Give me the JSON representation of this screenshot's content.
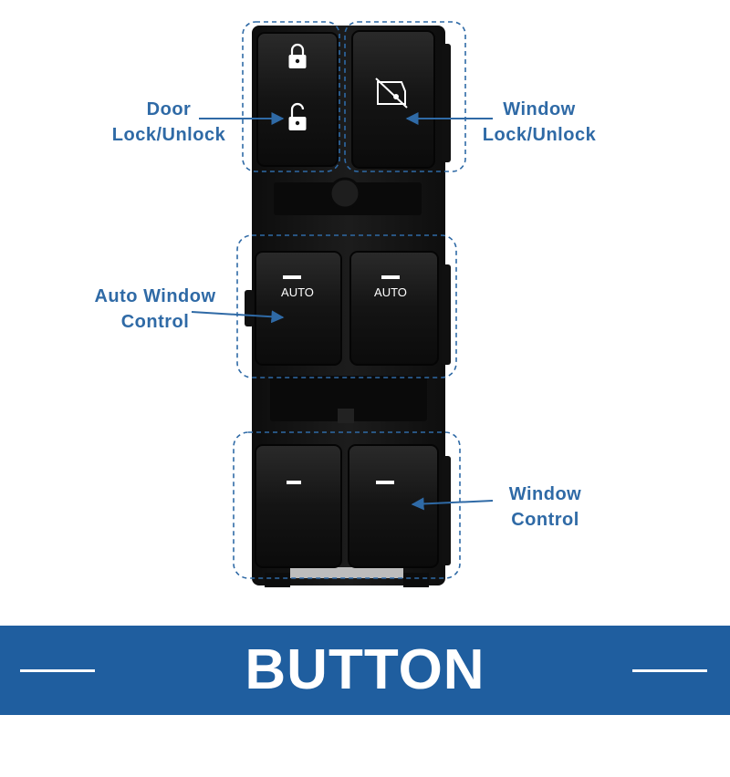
{
  "labels": {
    "door": [
      "Door",
      "Lock/Unlock"
    ],
    "window_lock": [
      "Window",
      "Lock/Unlock"
    ],
    "auto_window": [
      "Auto Window",
      "Control"
    ],
    "window_control": [
      "Window",
      "Control"
    ]
  },
  "buttons": {
    "auto_left": "AUTO",
    "auto_right": "AUTO"
  },
  "banner": {
    "title": "BUTTON FUNCTION"
  },
  "colors": {
    "accent": "#2f6aa6",
    "banner": "#1f5e9f",
    "panel": "#151515",
    "button": "#1b1b1b"
  },
  "icons": [
    "lock-closed-icon",
    "lock-open-icon",
    "window-lock-icon"
  ]
}
